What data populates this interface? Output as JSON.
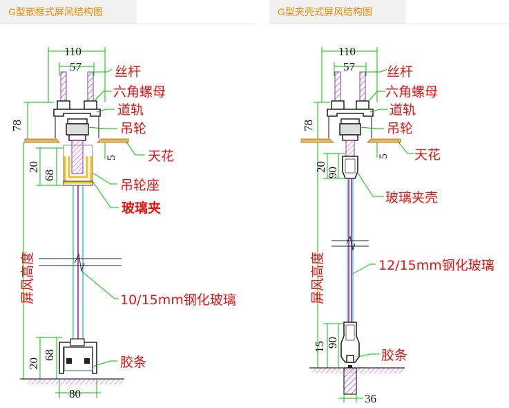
{
  "tabs": {
    "left_title": "G型嵌框式屏风结构图",
    "right_title": "G型夹壳式屏风结构图"
  },
  "left_diagram": {
    "dims": {
      "top_total": "110",
      "top_inner": "57",
      "rail_height": "78",
      "ceiling_gap": "5",
      "upper_20": "20",
      "upper_68": "68",
      "lower_68": "68",
      "lower_20": "20",
      "bottom_width": "80"
    },
    "labels": {
      "screw_rod": "丝杆",
      "hex_nut": "六角螺母",
      "track": "道轨",
      "pulley": "吊轮",
      "ceiling": "天花",
      "pulley_seat": "吊轮座",
      "glass_clip": "玻璃夹",
      "glass": "10/15mm钢化玻璃",
      "screen_height": "屏风高度",
      "seal_strip": "胶条"
    }
  },
  "right_diagram": {
    "dims": {
      "top_total": "110",
      "top_inner": "57",
      "rail_height": "78",
      "ceiling_gap": "5",
      "upper_20": "20",
      "upper_90": "90",
      "lower_90": "90",
      "lower_15": "15",
      "bottom_width": "36"
    },
    "labels": {
      "screw_rod": "丝杆",
      "hex_nut": "六角螺母",
      "track": "道轨",
      "pulley": "吊轮",
      "ceiling": "天花",
      "glass_shell": "玻璃夹壳",
      "glass": "12/15mm钢化玻璃",
      "screen_height": "屏风高度",
      "seal_strip": "胶条"
    }
  },
  "colors": {
    "tab_text": "#f08a00",
    "label_red": "#e01414",
    "dim_green": "#00c000",
    "glass_cyan": "#00b8d0",
    "glass_purple": "#a020a0",
    "ceiling_tan": "#e8b860",
    "pulley_seat_yellow": "#f0c020"
  }
}
